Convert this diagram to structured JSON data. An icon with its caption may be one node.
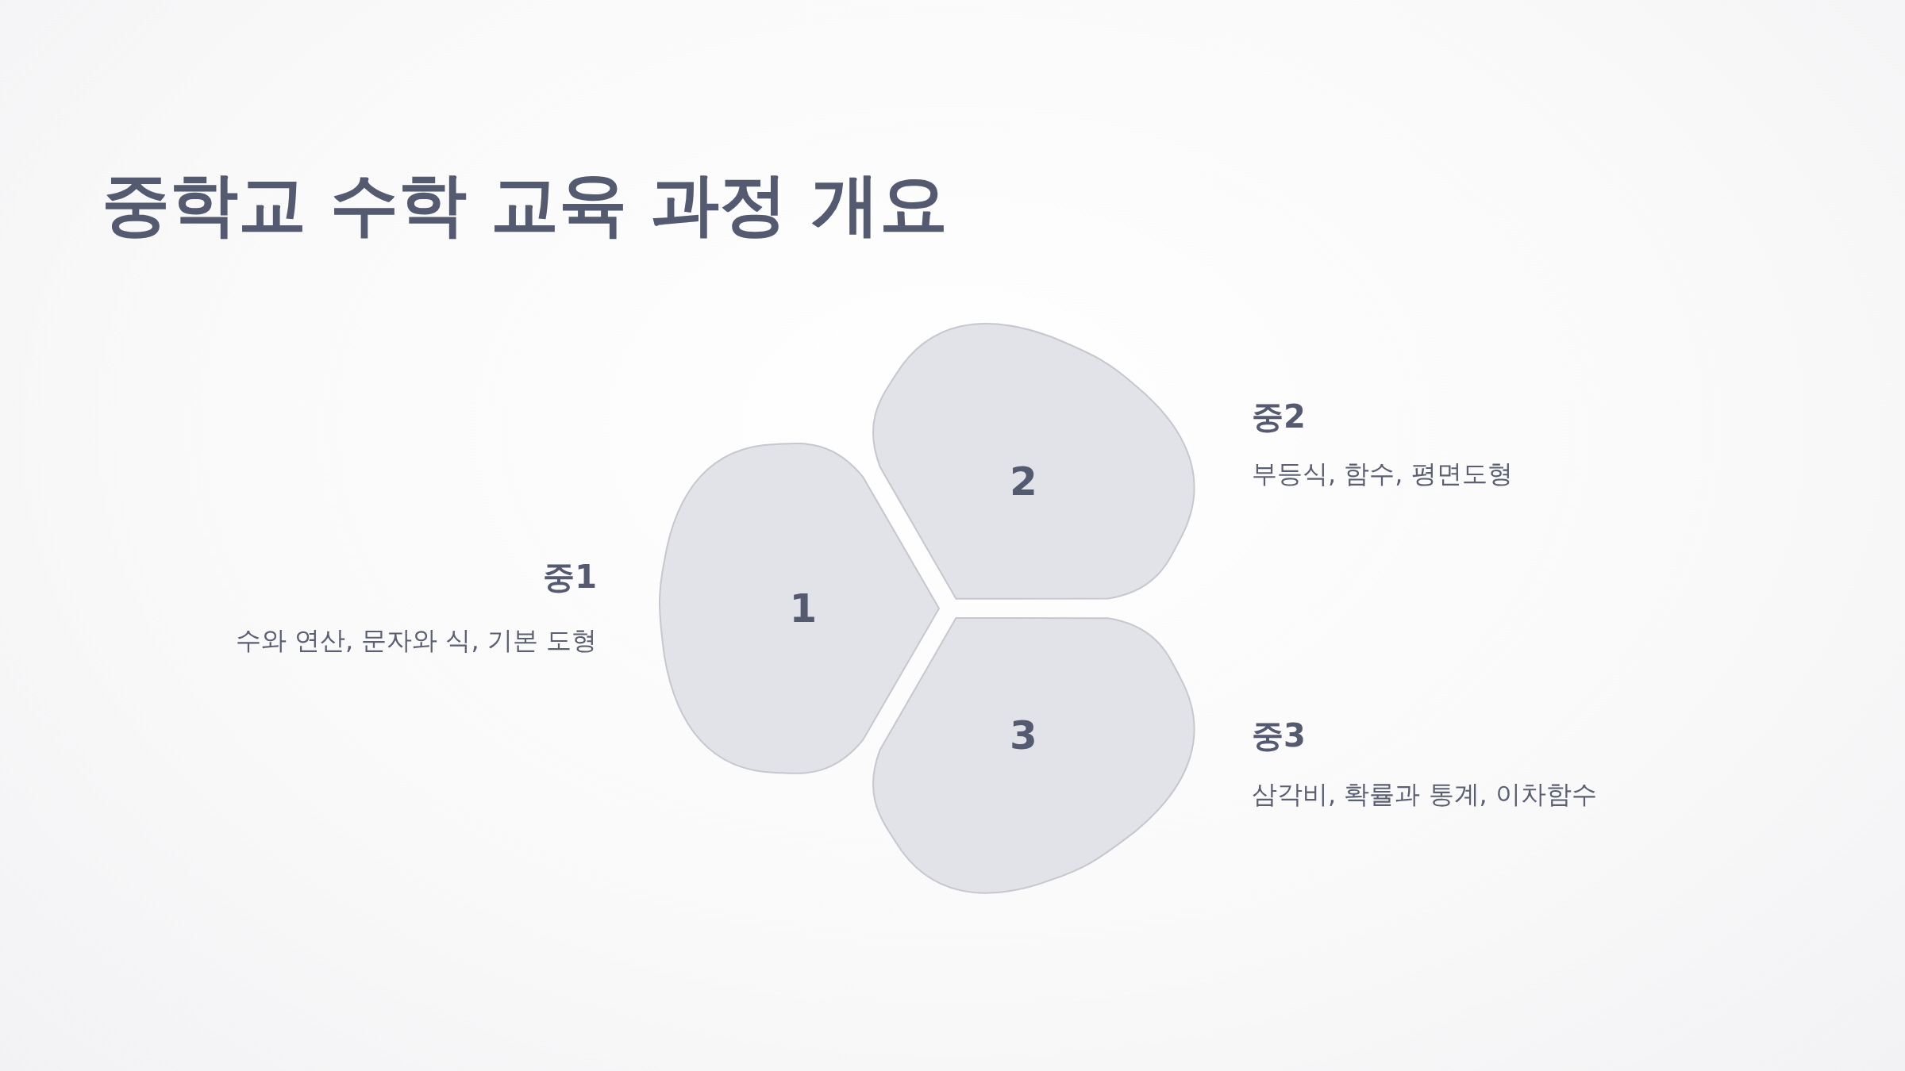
{
  "diagram": {
    "title": "중학교 수학 교육 과정 개요",
    "nodes": [
      {
        "text": [
          "1"
        ],
        "beside": [
          "중1",
          "수와 연산, 문자와 식, 기본 도형"
        ]
      },
      {
        "text": [
          "2"
        ],
        "beside": [
          "중2",
          "부등식, 함수, 평면도형"
        ]
      },
      {
        "text": [
          "3"
        ],
        "beside": [
          "중3",
          "삼각비, 확률과 통계, 이차함수"
        ]
      }
    ]
  }
}
